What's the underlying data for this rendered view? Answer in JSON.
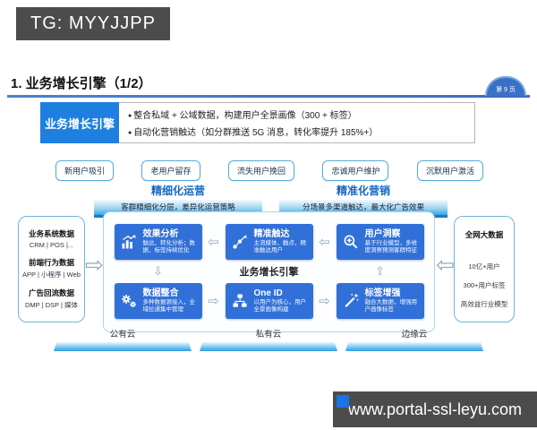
{
  "watermarks": {
    "top": "TG: MYYJJPP",
    "bottom": "www.portal-ssl-leyu.com"
  },
  "page": {
    "title": "1. 业务增长引擎（1/2）",
    "badge": "第 9 页"
  },
  "summary": {
    "label": "业务增长引擎",
    "bullets": [
      "整合私域 + 公域数据，构建用户全景画像（300 + 标签）",
      "自动化营销触达（如分群推送 5G 消息，转化率提升 185%+）"
    ]
  },
  "user_stages": [
    "新用户吸引",
    "老用户留存",
    "流失用户挽回",
    "忠诚用户维护",
    "沉默用户激活"
  ],
  "sections": {
    "left": {
      "title": "精细化运营",
      "subtitle": "客群精细化分层，差异化运营策略"
    },
    "right": {
      "title": "精准化营销",
      "subtitle": "分场景多渠道触达，最大化广告效果"
    }
  },
  "left_panel": {
    "groups": [
      {
        "title": "业务系统数据",
        "value": "CRM | POS |..."
      },
      {
        "title": "前端行为数据",
        "value": "APP | 小程序 | Web"
      },
      {
        "title": "广告回流数据",
        "value": "DMP | DSP | 媒体"
      }
    ]
  },
  "right_panel": {
    "title": "全网大数据",
    "items": [
      "10亿+用户",
      "300+用户标签",
      "高效益行业模型"
    ]
  },
  "engine": {
    "label": "业务增长引擎",
    "top_row": [
      {
        "title": "效果分析",
        "desc": "触达、转化分析；数据、标签持续优化",
        "icon": "bar-chart-icon"
      },
      {
        "title": "精准触达",
        "desc": "主流媒体、触点，精准触达用户",
        "icon": "share-icon"
      },
      {
        "title": "用户洞察",
        "desc": "基于行业模型，多维度洞察预测客群特征",
        "icon": "magnifier-plus-icon"
      }
    ],
    "bottom_row": [
      {
        "title": "数据整合",
        "desc": "多种数据源接入，全域拉通集中管理",
        "icon": "gears-icon"
      },
      {
        "title": "One ID",
        "desc": "以用户为核心，用户全景画像构建",
        "icon": "org-chart-icon"
      },
      {
        "title": "标签增强",
        "desc": "融合大数据，增强用户画像标签",
        "icon": "magic-wand-icon"
      }
    ]
  },
  "clouds": [
    "公有云",
    "私有云",
    "边缘云"
  ],
  "colors": {
    "accent_blue": "#1e7fe0",
    "engine_box_blue": "#3170d8",
    "section_title_blue": "#1565c0",
    "banner_dark": "#4c4c4c",
    "button_border_blue": "#54abdc"
  }
}
